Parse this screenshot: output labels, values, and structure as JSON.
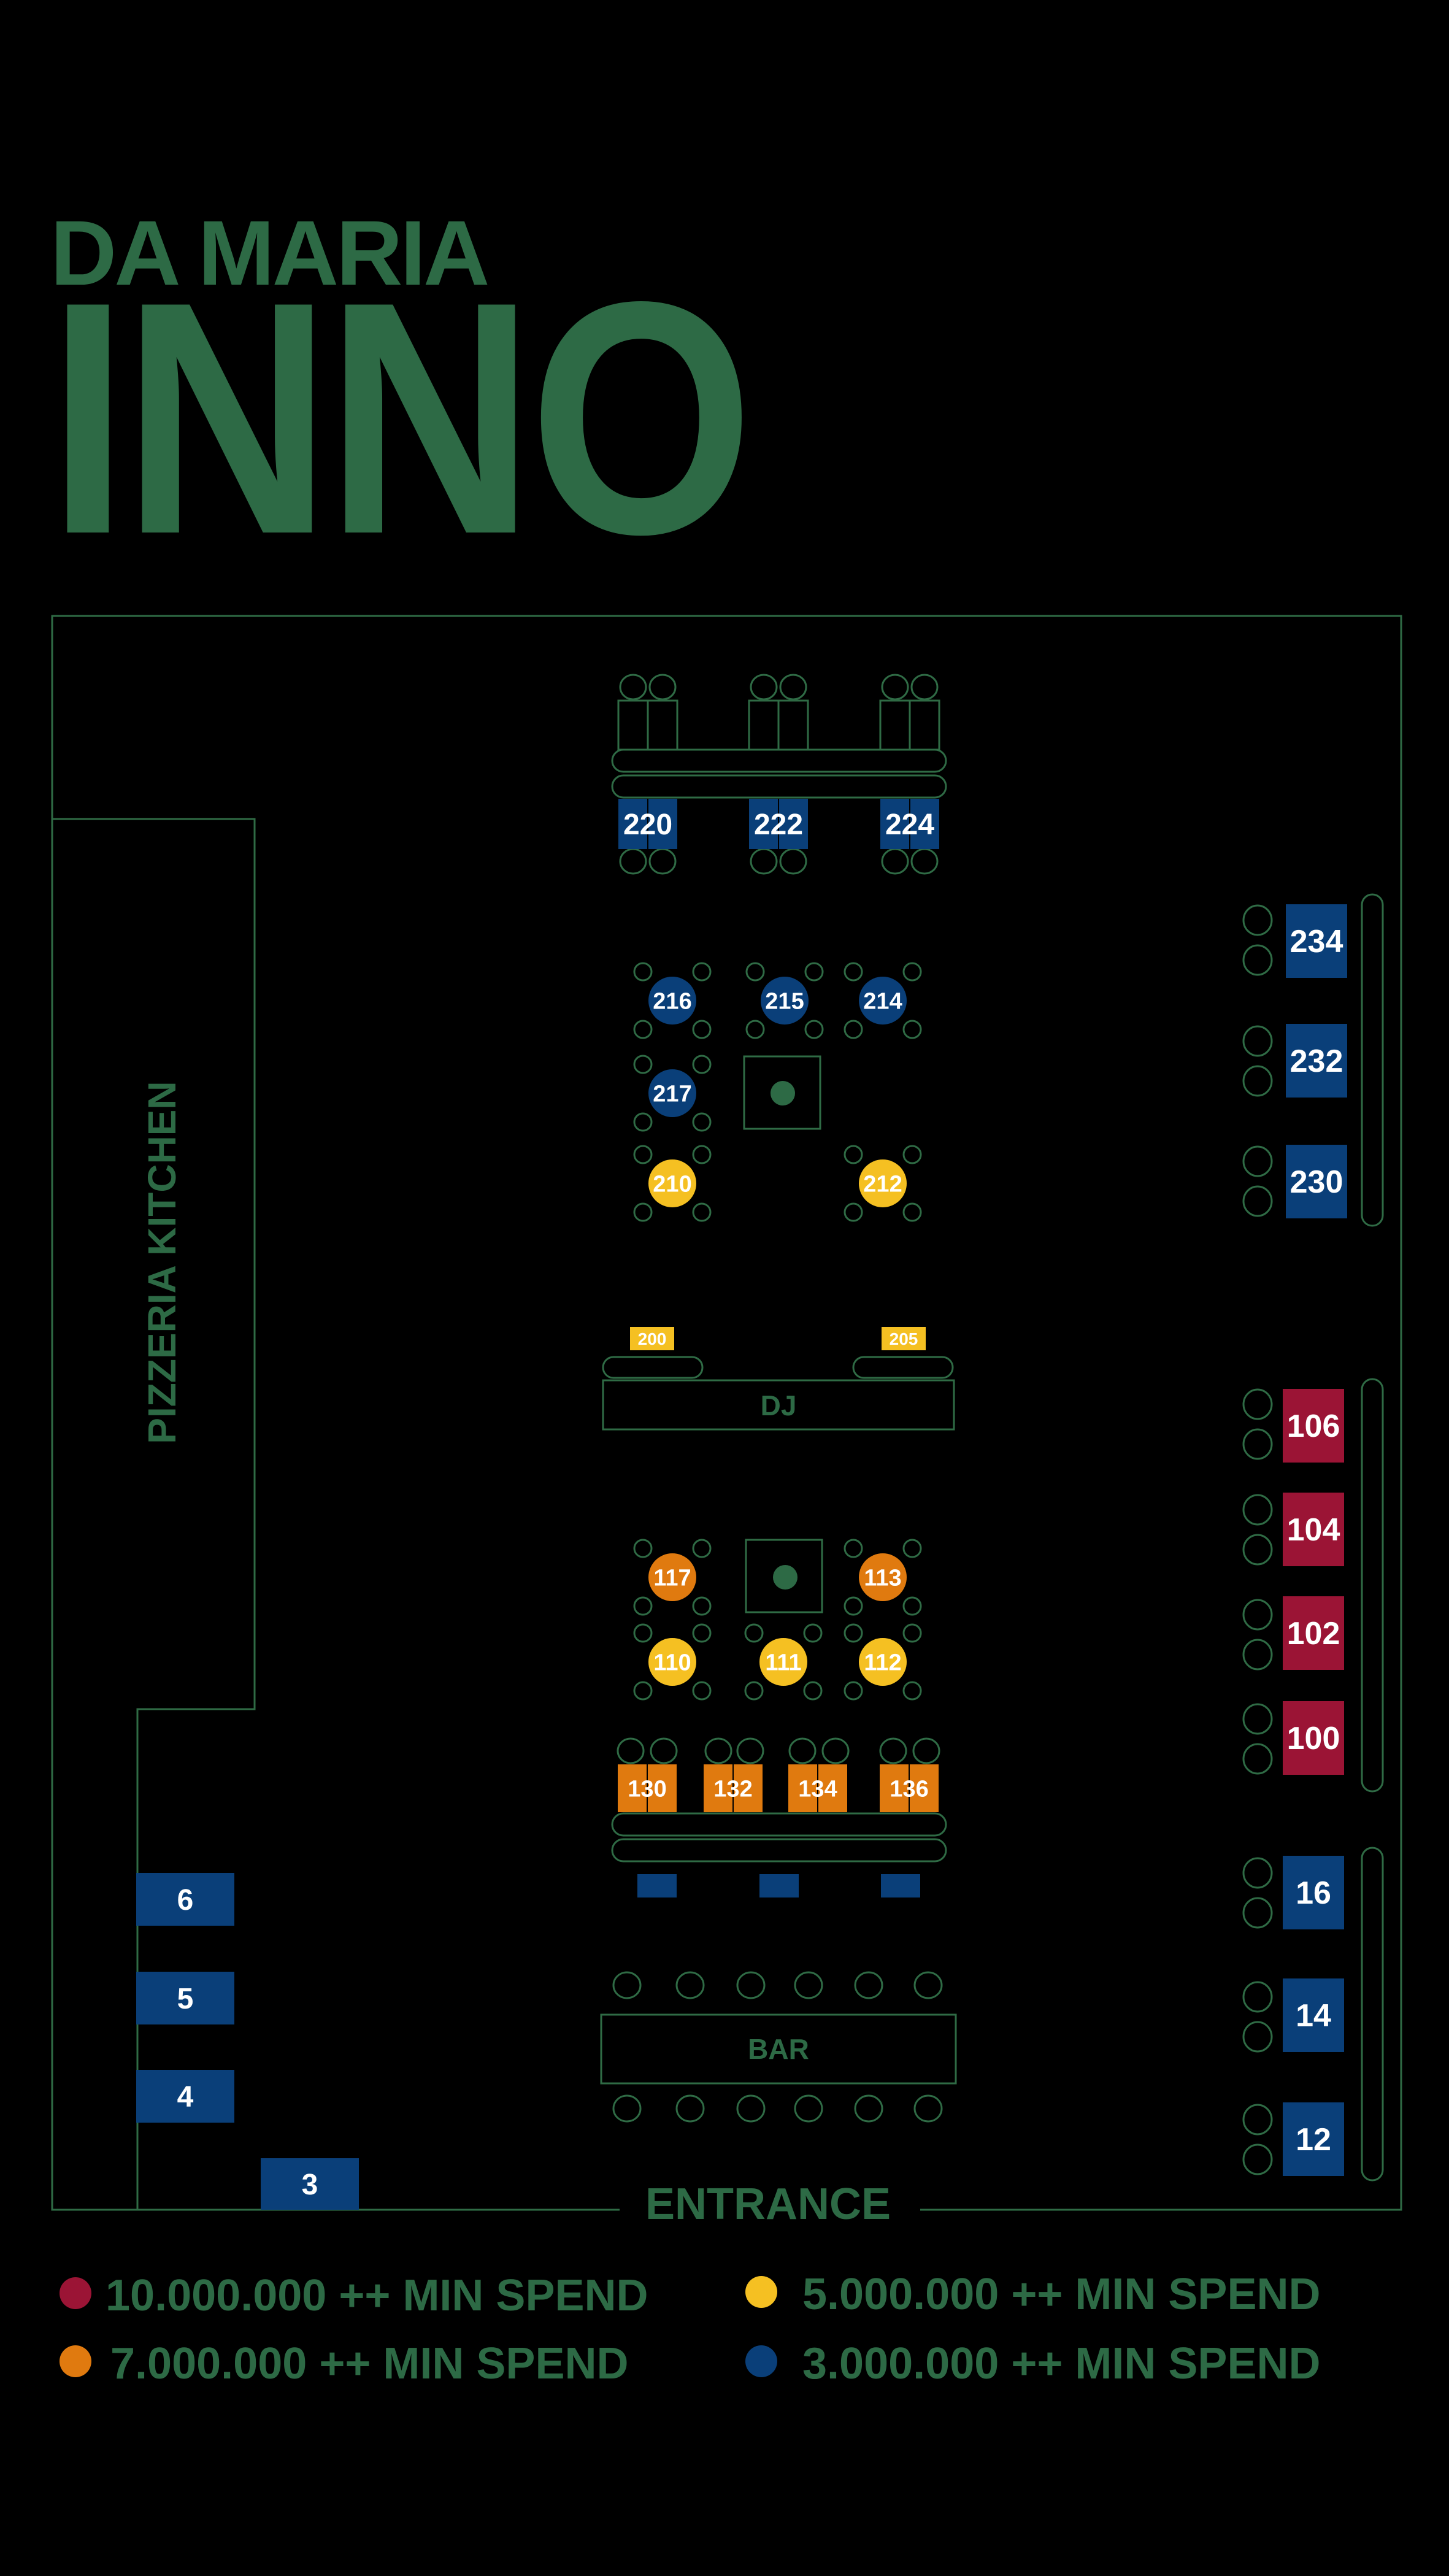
{
  "header": {
    "venue": "DA MARIA",
    "brand": "INNO"
  },
  "colors": {
    "background": "#000000",
    "line": "#2f6b45",
    "brand_green": "#2d6a45",
    "tier_red": "#9b1435",
    "tier_orange": "#e07a0f",
    "tier_yellow": "#f5c022",
    "tier_blue": "#0a3f79",
    "table_text": "#ffffff",
    "center_dot": "#2d6a45"
  },
  "zones": {
    "kitchen": "PIZZERIA KITCHEN",
    "dj": "DJ",
    "bar": "BAR",
    "entrance": "ENTRANCE"
  },
  "tables": {
    "top_bar": [
      "220",
      "222",
      "224"
    ],
    "upper_rounds": [
      "216",
      "215",
      "214",
      "217",
      "210",
      "212"
    ],
    "dj_small": [
      "200",
      "205"
    ],
    "lower_rounds": [
      "117",
      "113",
      "110",
      "111",
      "112"
    ],
    "lower_bar": [
      "130",
      "132",
      "134",
      "136"
    ],
    "right_top": [
      "234",
      "232",
      "230"
    ],
    "right_mid": [
      "106",
      "104",
      "102",
      "100"
    ],
    "right_bottom": [
      "16",
      "14",
      "12"
    ],
    "left": [
      "6",
      "5",
      "4",
      "3"
    ]
  },
  "legend": [
    {
      "color": "tier_red",
      "amount": "10.000.000",
      "suffix": "++",
      "label": "MIN SPEND"
    },
    {
      "color": "tier_yellow",
      "amount": "5.000.000",
      "suffix": "++",
      "label": "MIN SPEND"
    },
    {
      "color": "tier_orange",
      "amount": "7.000.000",
      "suffix": "++",
      "label": "MIN SPEND"
    },
    {
      "color": "tier_blue",
      "amount": "3.000.000",
      "suffix": "++",
      "label": "MIN SPEND"
    }
  ]
}
